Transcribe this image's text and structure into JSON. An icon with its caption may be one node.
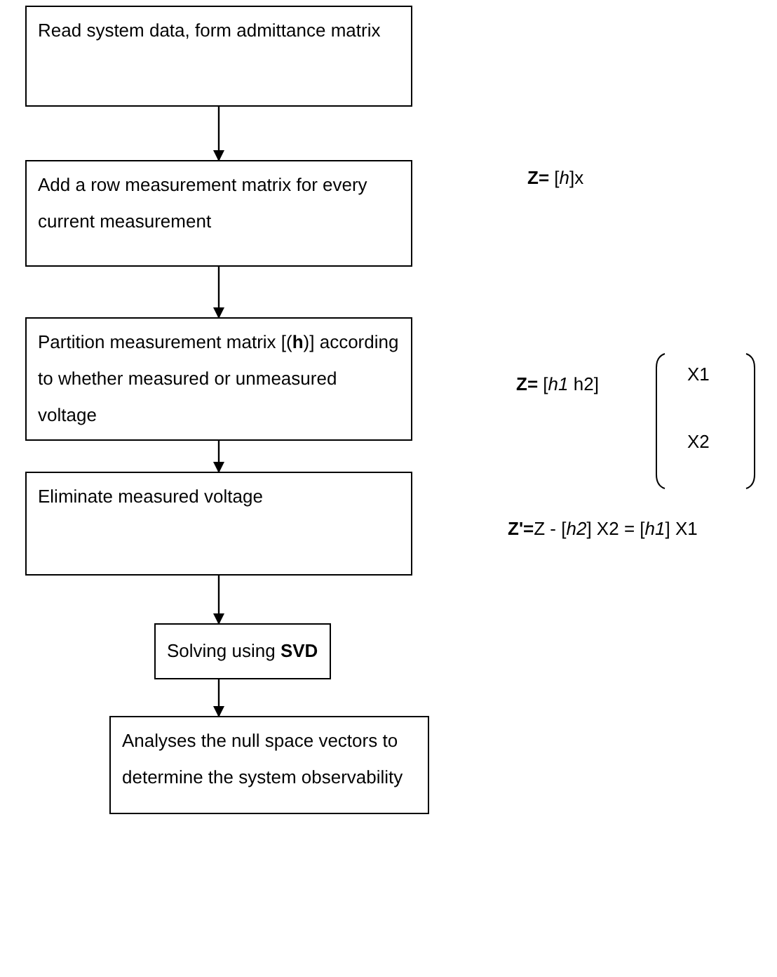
{
  "diagram": {
    "nodes": [
      {
        "text": [
          "Read system data, form admittance matrix"
        ]
      },
      {
        "text": [
          "Add a row measurement matrix for every current measurement"
        ]
      },
      {
        "text": [
          "Partition measurement matrix [(**h**)] according to whether measured or unmeasured voltage"
        ]
      },
      {
        "text": [
          "Eliminate measured voltage"
        ]
      },
      {
        "text": [
          "Solving using **SVD**"
        ]
      },
      {
        "text": [
          "Analyses the null space vectors to determine the system observability"
        ]
      }
    ],
    "edges": [
      {
        "from": 0,
        "to": 1,
        "arrow": "to"
      },
      {
        "from": 1,
        "to": 2,
        "arrow": "to"
      },
      {
        "from": 2,
        "to": 3,
        "arrow": "to"
      },
      {
        "from": 3,
        "to": 4,
        "arrow": "to"
      },
      {
        "from": 4,
        "to": 5,
        "arrow": "to"
      }
    ],
    "labels": [
      "**Z=** [*h*]x",
      "**Z=** [*h1* h2]",
      "X1",
      "X2",
      "**Z'=**Z - [*h2*] X2 = [*h1*] X1"
    ]
  }
}
